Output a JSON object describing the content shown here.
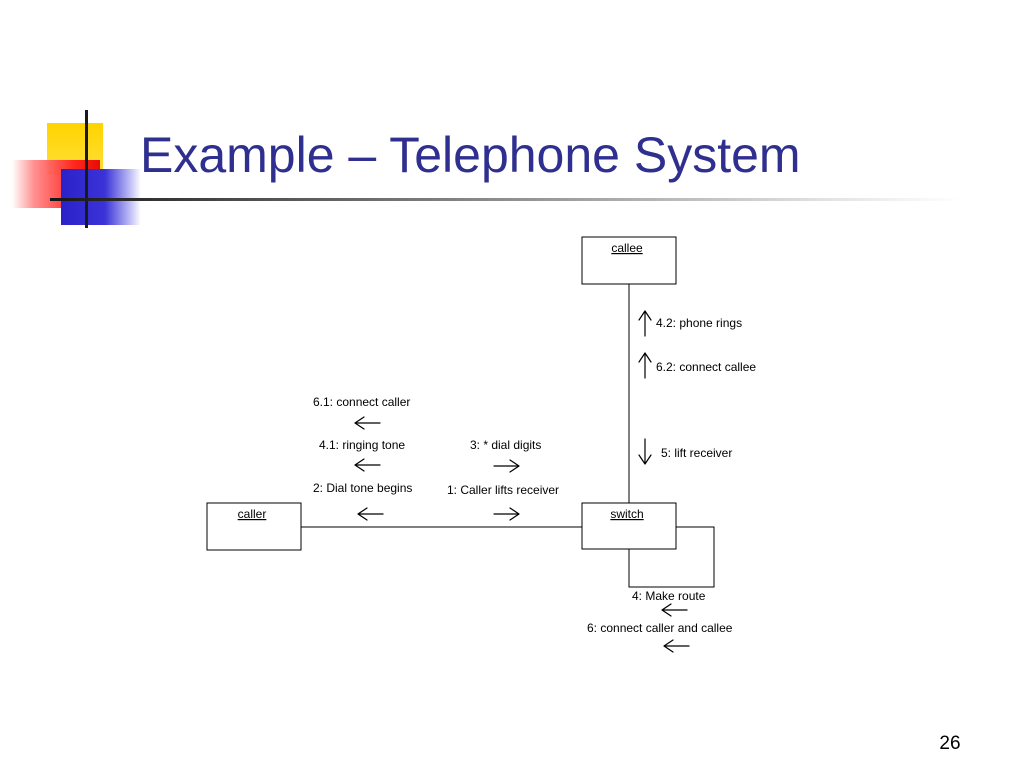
{
  "slide": {
    "title": "Example – Telephone System",
    "page_number": "26"
  },
  "diagram": {
    "objects": {
      "caller": "caller",
      "switch": "switch",
      "callee": "callee"
    },
    "messages": {
      "connect_caller": "6.1: connect caller",
      "ringing_tone": "4.1: ringing tone",
      "dial_tone": "2: Dial tone begins",
      "dial_digits": "3: * dial digits",
      "caller_lifts": "1: Caller lifts receiver",
      "phone_rings": "4.2: phone rings",
      "connect_callee": "6.2: connect callee",
      "lift_receiver": "5: lift receiver",
      "make_route": "4: Make route",
      "connect_both": "6: connect caller and callee"
    }
  },
  "colors": {
    "title": "#2f2f8f",
    "deco_yellow": "#ffd400",
    "deco_red": "#ff1f1f",
    "deco_blue": "#2a22c8"
  }
}
